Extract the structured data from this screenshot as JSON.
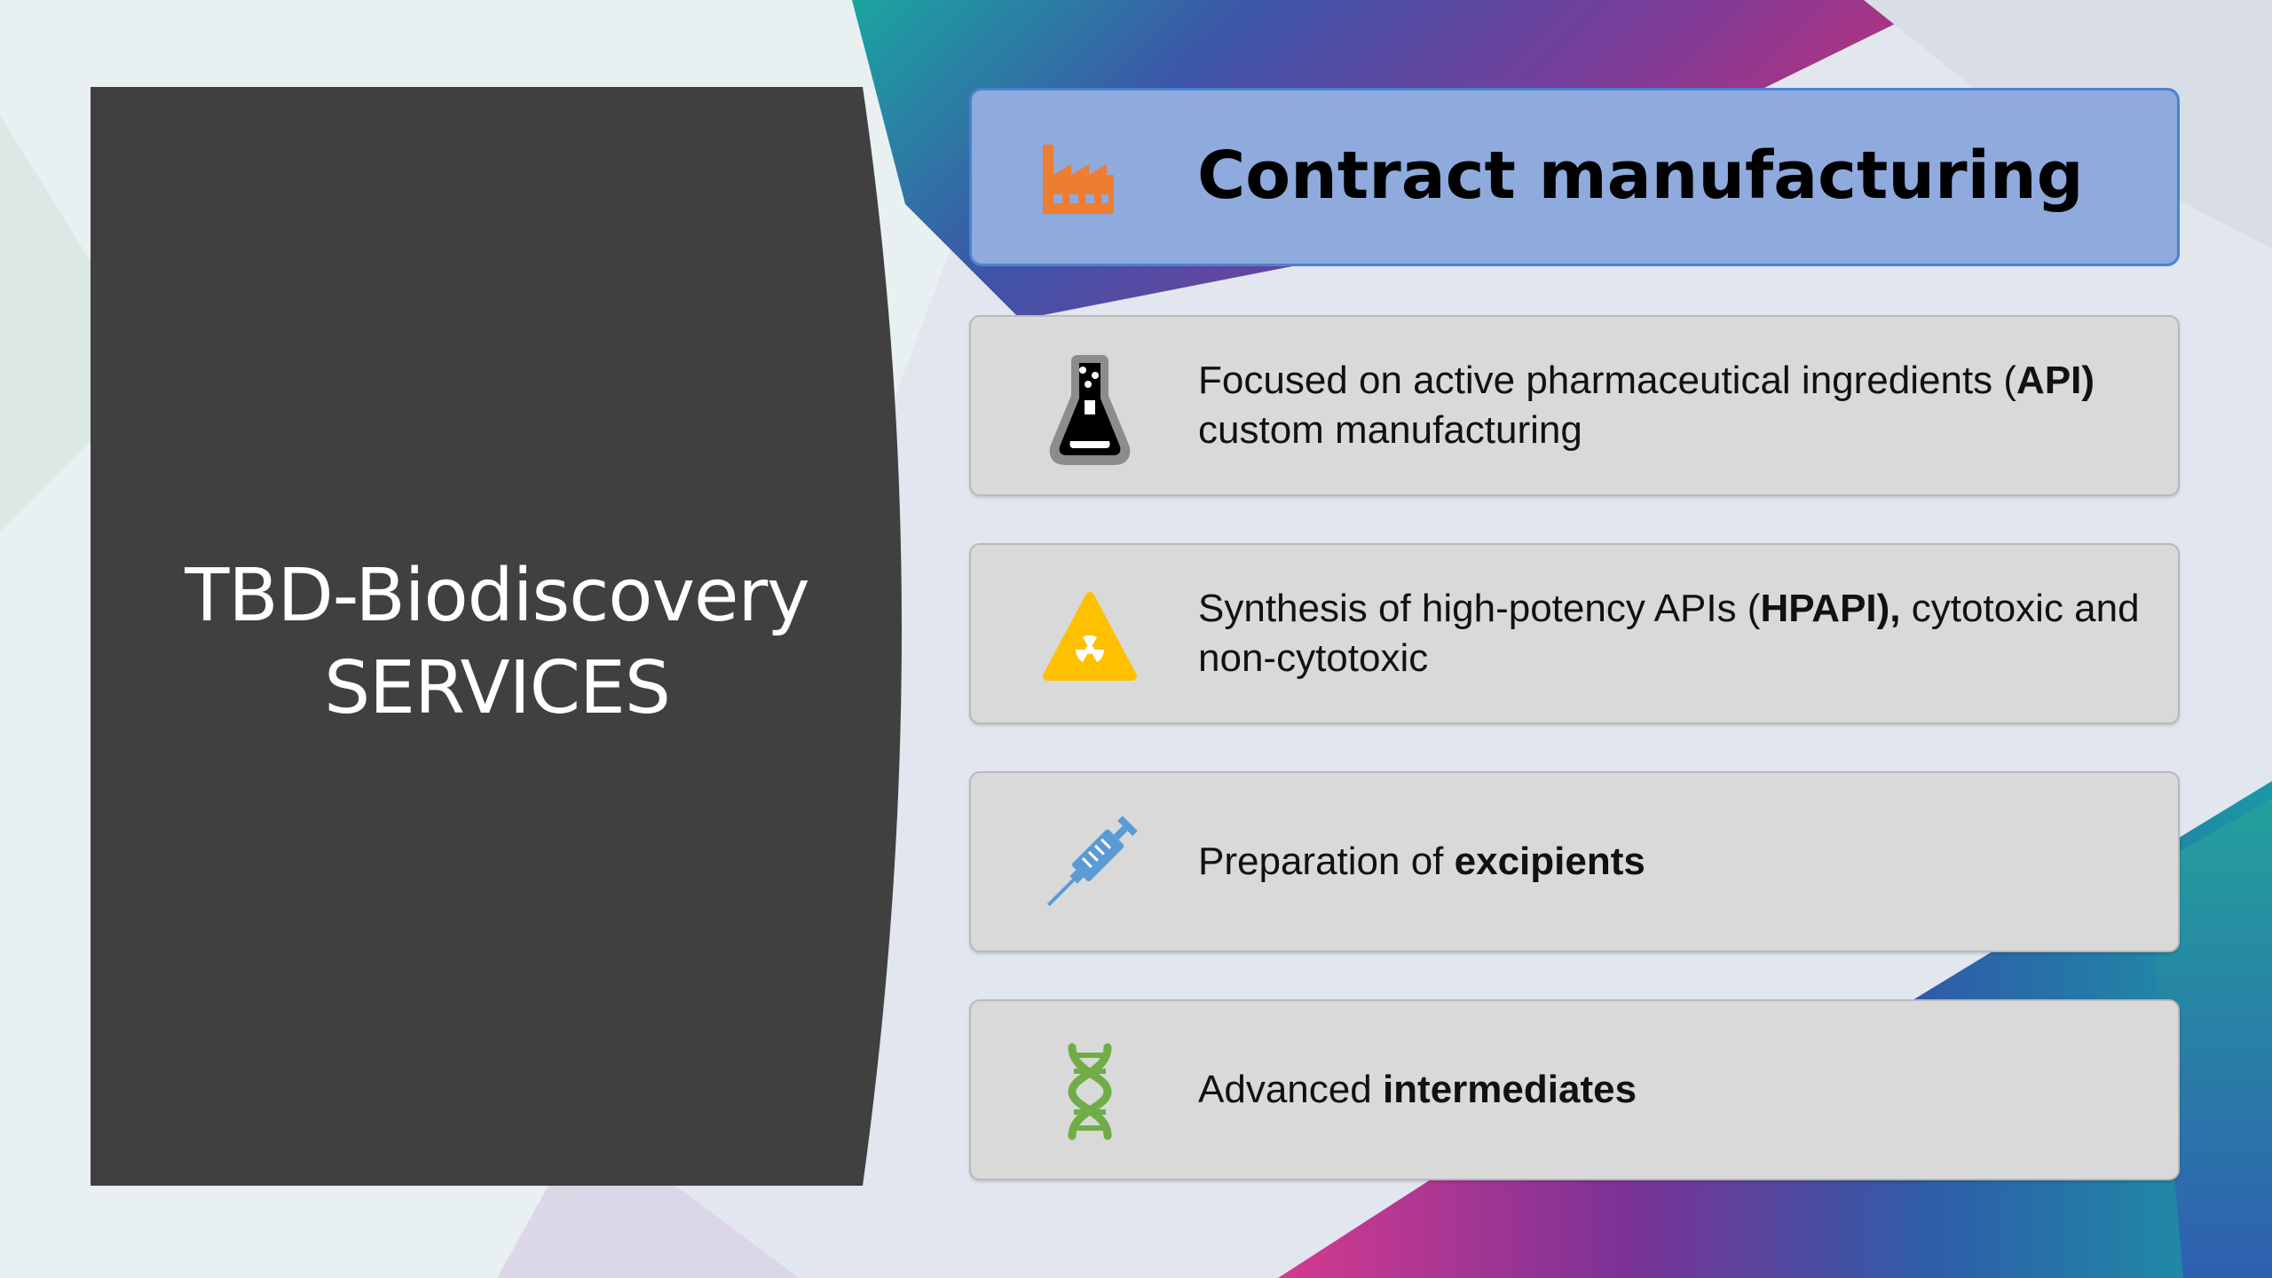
{
  "slide": {
    "left_title_line1": "TBD-Biodiscovery",
    "left_title_line2": "SERVICES",
    "header": {
      "title": "Contract manufacturing",
      "icon": "factory-icon"
    },
    "items": [
      {
        "icon": "flask-icon",
        "text_a": "Focused on active pharmaceutical ingredients (",
        "bold_a": "API)",
        "text_b": " custom manufacturing"
      },
      {
        "icon": "radiation-warning-icon",
        "text_a": "Synthesis of high-potency APIs (",
        "bold_a": "HPAPI),",
        "text_b": " cytotoxic and non-cytotoxic"
      },
      {
        "icon": "syringe-icon",
        "text_a": "Preparation of ",
        "bold_a": "excipients",
        "text_b": ""
      },
      {
        "icon": "dna-icon",
        "text_a": "Advanced ",
        "bold_a": "intermediates",
        "text_b": ""
      }
    ]
  },
  "colors": {
    "left_panel": "#404040",
    "header_fill": "#8faadc",
    "header_border": "#4a82d0",
    "card_fill": "#d9d9d9",
    "factory_icon": "#ed7d31",
    "warning_icon": "#ffc000",
    "syringe_icon": "#5b9bd5",
    "dna_icon": "#70ad47"
  }
}
